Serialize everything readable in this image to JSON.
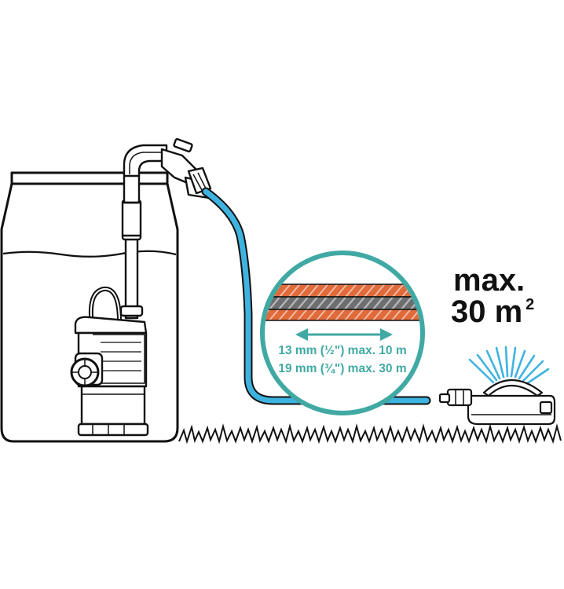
{
  "colors": {
    "outline": "#111111",
    "water_line": "#111111",
    "hose": "#3fb3e0",
    "callout_ring": "#41a9a4",
    "hose_orange": "#e06a3a",
    "hose_grey": "#6d6e70",
    "spray": "#3fb3e0"
  },
  "area_label": {
    "line1": "max.",
    "line2": "30 m",
    "unit_superscript": "2"
  },
  "hose_specs": [
    {
      "text": "13 mm (½\") max. 10 m"
    },
    {
      "text": "19 mm (¾\") max. 30 m"
    }
  ],
  "icons": {
    "tank": "rain-barrel-icon",
    "pump": "submersible-pump-icon",
    "tap": "tap-valve-icon",
    "sprinkler": "oscillating-sprinkler-icon",
    "grass": "grass-icon"
  }
}
